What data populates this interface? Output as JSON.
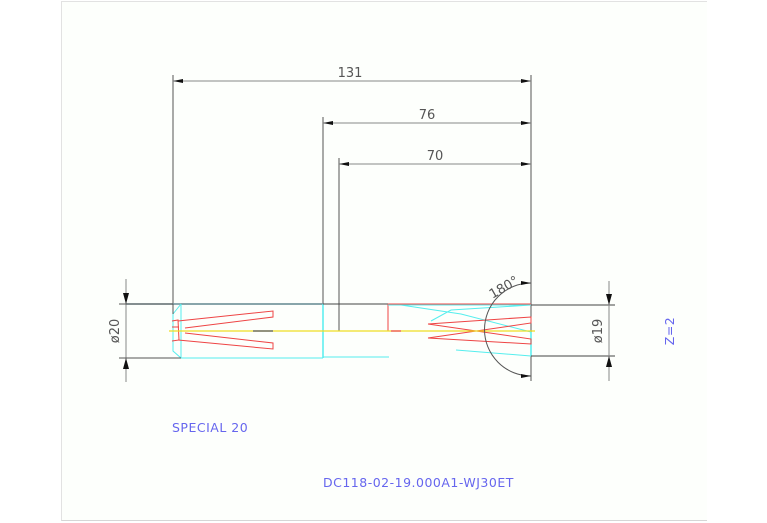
{
  "drawing": {
    "type": "CAD drawing - stepped drill / reamer",
    "colors": {
      "sheet_background": "#fdfffc",
      "dimension": "#555555",
      "outline": "#444444",
      "hidden_cyan": "#55eeee",
      "cutting_edge_red": "#ee4444",
      "centerline_yellow": "#eedd22",
      "annotation_blue": "#6666ee"
    },
    "dimensions": {
      "overall_length": "131",
      "step_length": "76",
      "flute_length": "70",
      "shank_diameter": "ø20",
      "cutting_diameter": "ø19",
      "point_angle": "180°"
    },
    "annotations": {
      "flutes": "Z=2",
      "tool_name": "SPECIAL 20",
      "part_number": "DC118-02-19.000A1-WJ30ET"
    }
  }
}
